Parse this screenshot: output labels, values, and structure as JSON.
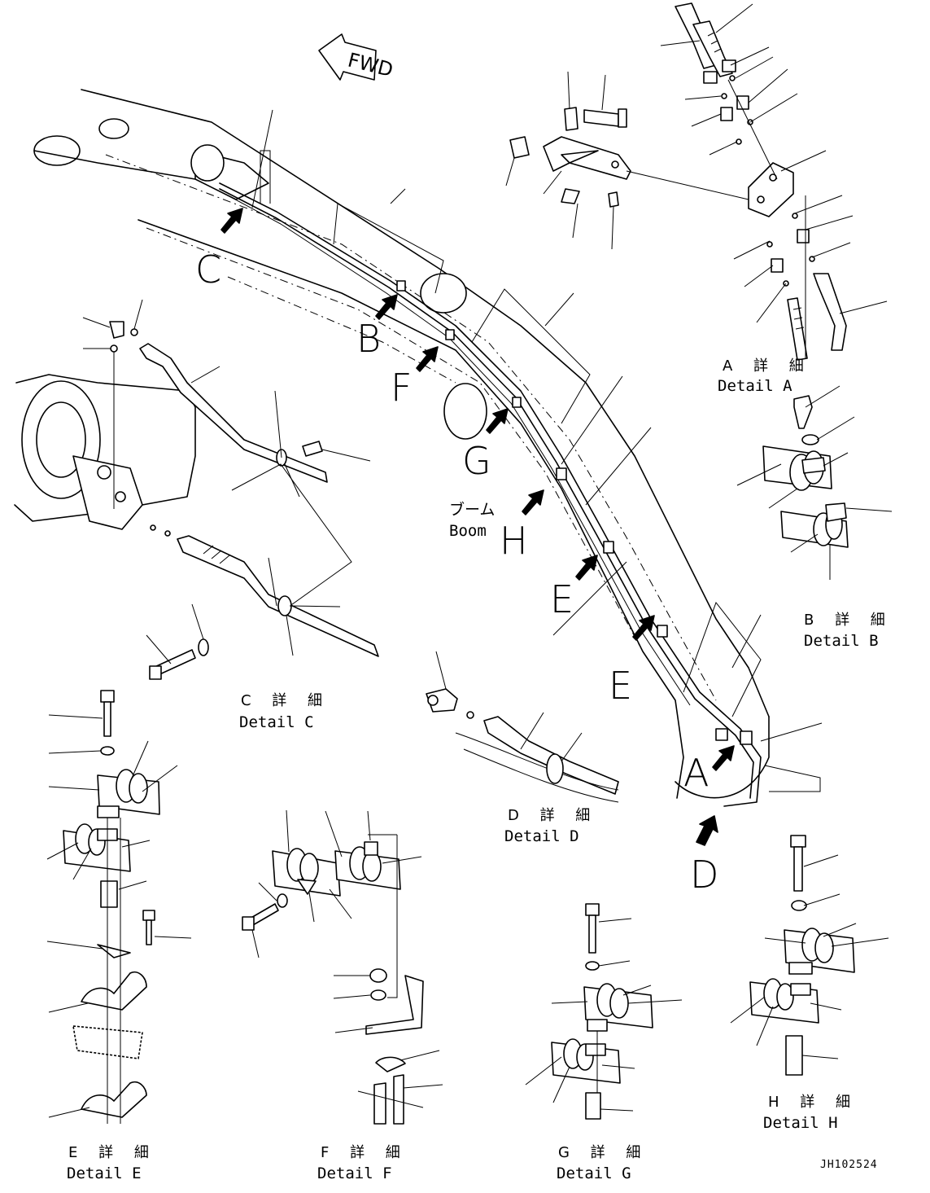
{
  "drawing_id": "JH102524",
  "orientation": {
    "text": "FWD"
  },
  "boom": {
    "jp": "ブーム",
    "en": "Boom"
  },
  "callouts": {
    "A": "A",
    "B": "B",
    "C": "C",
    "D": "D",
    "E": "E",
    "F": "F",
    "G": "G",
    "H": "H"
  },
  "details": {
    "A": {
      "jp": "A 詳 細",
      "en": "Detail A"
    },
    "B": {
      "jp": "B 詳 細",
      "en": "Detail B"
    },
    "C": {
      "jp": "C 詳 細",
      "en": "Detail C"
    },
    "D": {
      "jp": "D 詳 細",
      "en": "Detail D"
    },
    "E": {
      "jp": "E 詳 細",
      "en": "Detail E"
    },
    "F": {
      "jp": "F 詳 細",
      "en": "Detail F"
    },
    "G": {
      "jp": "G 詳 細",
      "en": "Detail G"
    },
    "H": {
      "jp": "H 詳 細",
      "en": "Detail H"
    }
  }
}
